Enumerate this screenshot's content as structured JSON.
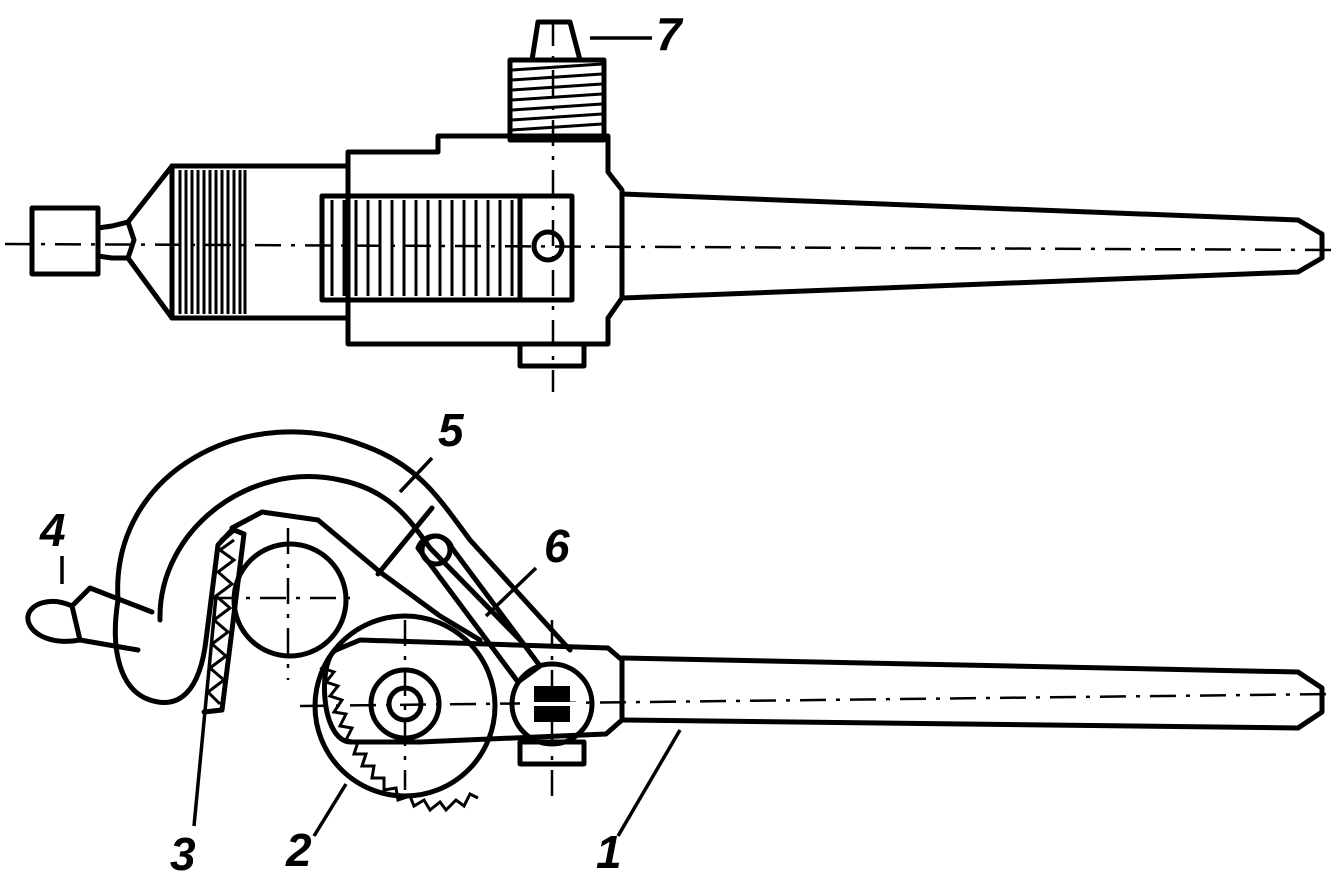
{
  "labels": {
    "one": "1",
    "two": "2",
    "three": "3",
    "four": "4",
    "five": "5",
    "six": "6",
    "seven": "7"
  },
  "colors": {
    "ink": "#000000",
    "paper": "#ffffff"
  }
}
